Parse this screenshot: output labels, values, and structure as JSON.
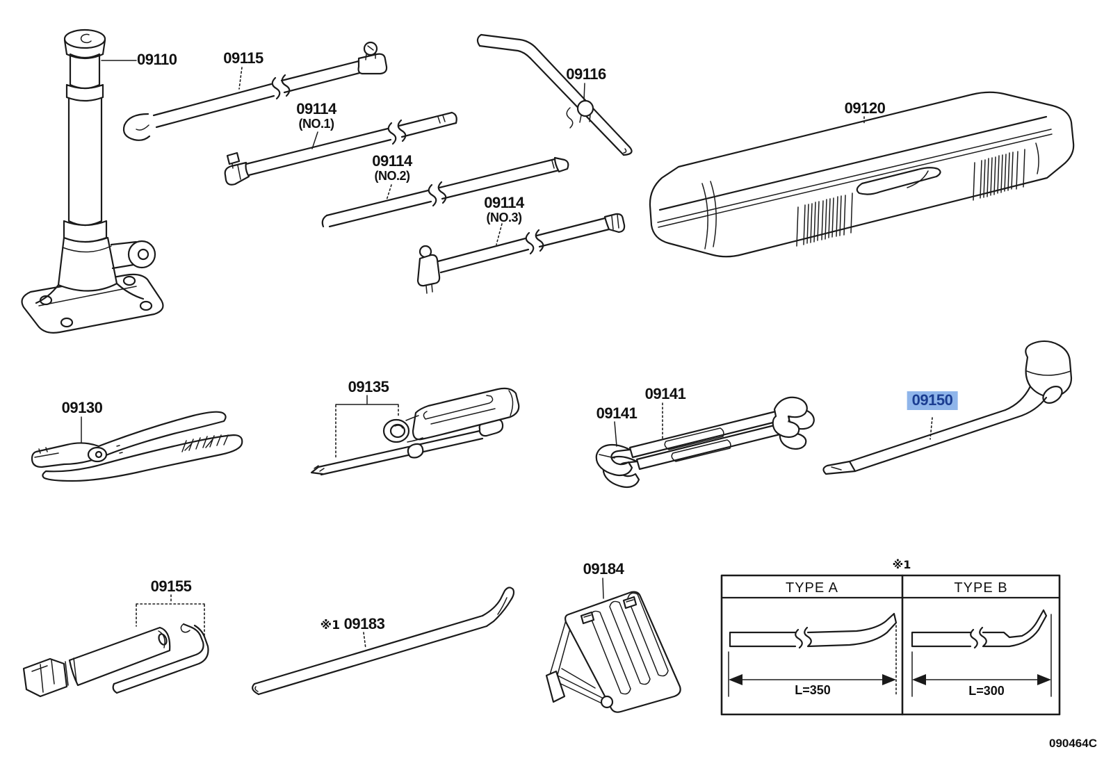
{
  "diagram_code": "090464C",
  "colors": {
    "line": "#1a1a1a",
    "highlight_bg": "#8fb5ea",
    "highlight_text": "#1b3d91"
  },
  "parts": {
    "jack": {
      "label": "09110"
    },
    "hook_bar": {
      "label": "09115"
    },
    "extension_no1": {
      "label": "09114",
      "sub": "(NO.1)"
    },
    "extension_no2": {
      "label": "09114",
      "sub": "(NO.2)"
    },
    "clip": {
      "label": "09116"
    },
    "extension_no3": {
      "label": "09114",
      "sub": "(NO.3)"
    },
    "tool_bag": {
      "label": "09120"
    },
    "pliers": {
      "label": "09130"
    },
    "screwdriver": {
      "label": "09135"
    },
    "wrench_a": {
      "label": "09141"
    },
    "wrench_b": {
      "label": "09141"
    },
    "wheel_nut_wrench": {
      "label": "09150",
      "highlighted": true
    },
    "handle_extension": {
      "label": "09155"
    },
    "jack_handle": {
      "label": "09183",
      "note": "※1"
    },
    "wheel_chock": {
      "label": "09184"
    }
  },
  "table": {
    "note": "※1",
    "columns": [
      {
        "header": "TYPE A",
        "dimension": "L=350"
      },
      {
        "header": "TYPE B",
        "dimension": "L=300"
      }
    ]
  }
}
